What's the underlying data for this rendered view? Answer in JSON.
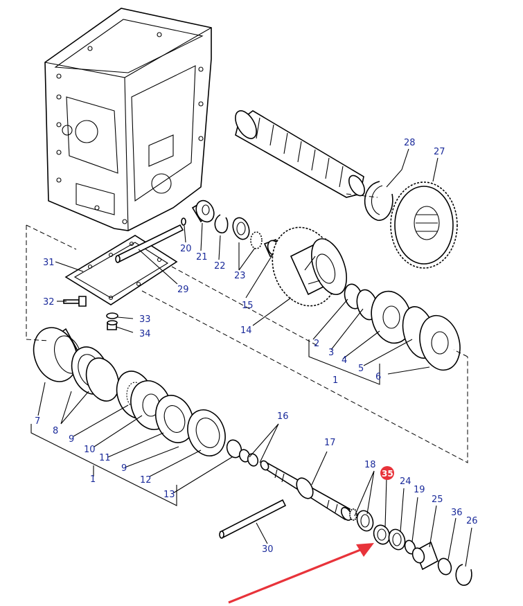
{
  "highlight_color": "#e8333a",
  "label_color": "#1a2a9a",
  "highlighted_part": "35",
  "labels": {
    "l1a": "1",
    "l1b": "1",
    "l2": "2",
    "l3": "3",
    "l4": "4",
    "l5": "5",
    "l6": "6",
    "l7": "7",
    "l8": "8",
    "l9a": "9",
    "l9b": "9",
    "l10": "10",
    "l11": "11",
    "l12": "12",
    "l13": "13",
    "l14": "14",
    "l15": "15",
    "l16": "16",
    "l17": "17",
    "l18": "18",
    "l19": "19",
    "l20": "20",
    "l21": "21",
    "l22": "22",
    "l23": "23",
    "l24": "24",
    "l25": "25",
    "l26": "26",
    "l27": "27",
    "l28": "28",
    "l29": "29",
    "l30": "30",
    "l31": "31",
    "l32": "32",
    "l33": "33",
    "l34": "34",
    "l36": "36"
  },
  "callout": "35"
}
